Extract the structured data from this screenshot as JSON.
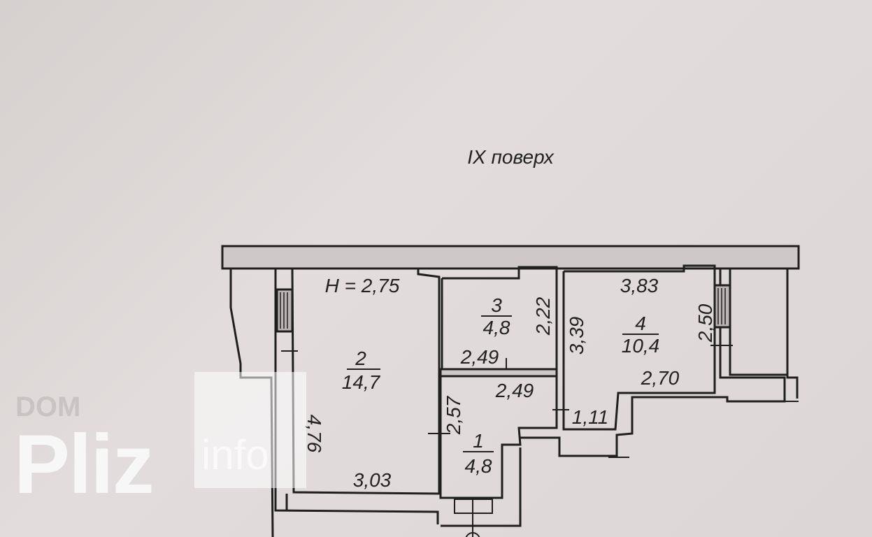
{
  "floor_title": "IX поверх",
  "ceiling_height": "H = 2,75",
  "rooms": [
    {
      "number": "1",
      "area": "4,8"
    },
    {
      "number": "2",
      "area": "14,7"
    },
    {
      "number": "3",
      "area": "4,8"
    },
    {
      "number": "4",
      "area": "10,4"
    }
  ],
  "dimensions": {
    "room2_height": "4,76",
    "room2_width": "3,03",
    "room3_height": "2,22",
    "room3_width": "2,49",
    "room1_width": "2,49",
    "room1_height": "2,57",
    "room4_top": "3,83",
    "room4_left": "3,39",
    "room4_right": "2,50",
    "room4_bottom": "2,70",
    "room4_notch": "1,11"
  },
  "watermark": {
    "top": "DOM",
    "main": "Pliz",
    "suffix": "info"
  }
}
